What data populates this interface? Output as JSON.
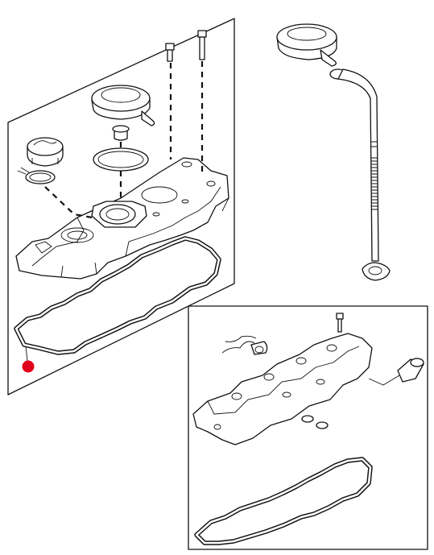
{
  "colors": {
    "line": "#111111",
    "background": "#ffffff",
    "highlight_marker": "#e0001b"
  },
  "figure": {
    "left_panel": {
      "parts": [
        "oil-filler-cap",
        "cap-o-ring",
        "breather-valve",
        "breather-o-ring",
        "plug",
        "rocker-cover",
        "rocker-cover-gasket",
        "cover-bolt",
        "cover-stud"
      ]
    },
    "breather_pipe": {
      "parts": [
        "breather-housing",
        "hose-clamp",
        "breather-hose",
        "hose-end-fitting"
      ]
    },
    "inset_panel": {
      "parts": [
        "inset-bolt",
        "wiring-harness-connector",
        "cam-carrier-housing",
        "sensor",
        "o-rings",
        "inset-gasket"
      ]
    },
    "highlight": {
      "marker": "red-dot",
      "target": "rocker-cover-gasket"
    }
  }
}
